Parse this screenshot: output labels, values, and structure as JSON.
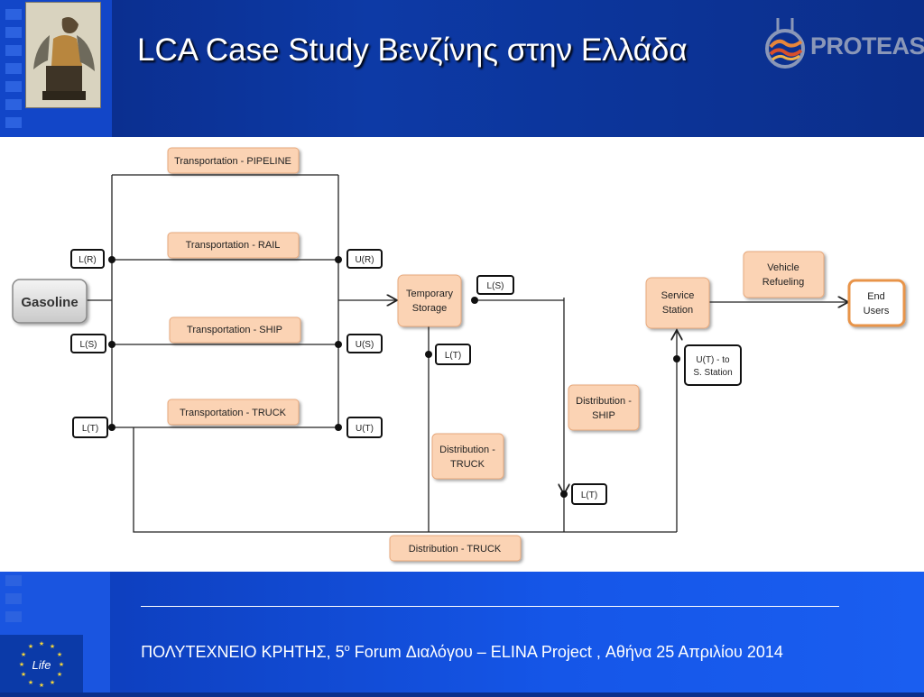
{
  "slide": {
    "title": "LCA Case Study Βενζίνης στην Ελλάδα",
    "brand_logo_text": "PROTEAS",
    "footer": {
      "part1": "ΠΟΛΥΤΕΧΝΕΙΟ ΚΡΗΤΗΣ, 5",
      "superscript": "ο",
      "part2": " Forum Διαλόγου – ELINA Project , Αθήνα 25 Απριλίου 2014"
    },
    "life_logo_text": "Life"
  },
  "diagram": {
    "nodes": {
      "gasoline": "Gasoline",
      "transport_pipeline": "Transportation - PIPELINE",
      "transport_rail": "Transportation - RAIL",
      "transport_ship": "Transportation - SHIP",
      "transport_truck": "Transportation - TRUCK",
      "temporary_storage": [
        "Temporary",
        "Storage"
      ],
      "distribution_ship": [
        "Distribution -",
        "SHIP"
      ],
      "distribution_truck_mid": [
        "Distribution -",
        "TRUCK"
      ],
      "distribution_truck_bottom": "Distribution - TRUCK",
      "service_station": [
        "Service",
        "Station"
      ],
      "vehicle_refueling": [
        "Vehicle",
        "Refueling"
      ],
      "end_users": [
        "End",
        "Users"
      ]
    },
    "labels": {
      "lr": "L(R)",
      "ur": "U(R)",
      "ls_left": "L(S)",
      "us": "U(S)",
      "lt_left": "L(T)",
      "ut": "U(T)",
      "ls_storage": "L(S)",
      "lt_storage": "L(T)",
      "lt_ship": "L(T)",
      "ut_station": [
        "U(T) - to",
        "S. Station"
      ]
    },
    "colors": {
      "process_fill": "#fbd3b4",
      "process_border": "#e7a97d",
      "gasoline_fill": "#e6e6e6",
      "end_border": "#e8944a"
    }
  }
}
